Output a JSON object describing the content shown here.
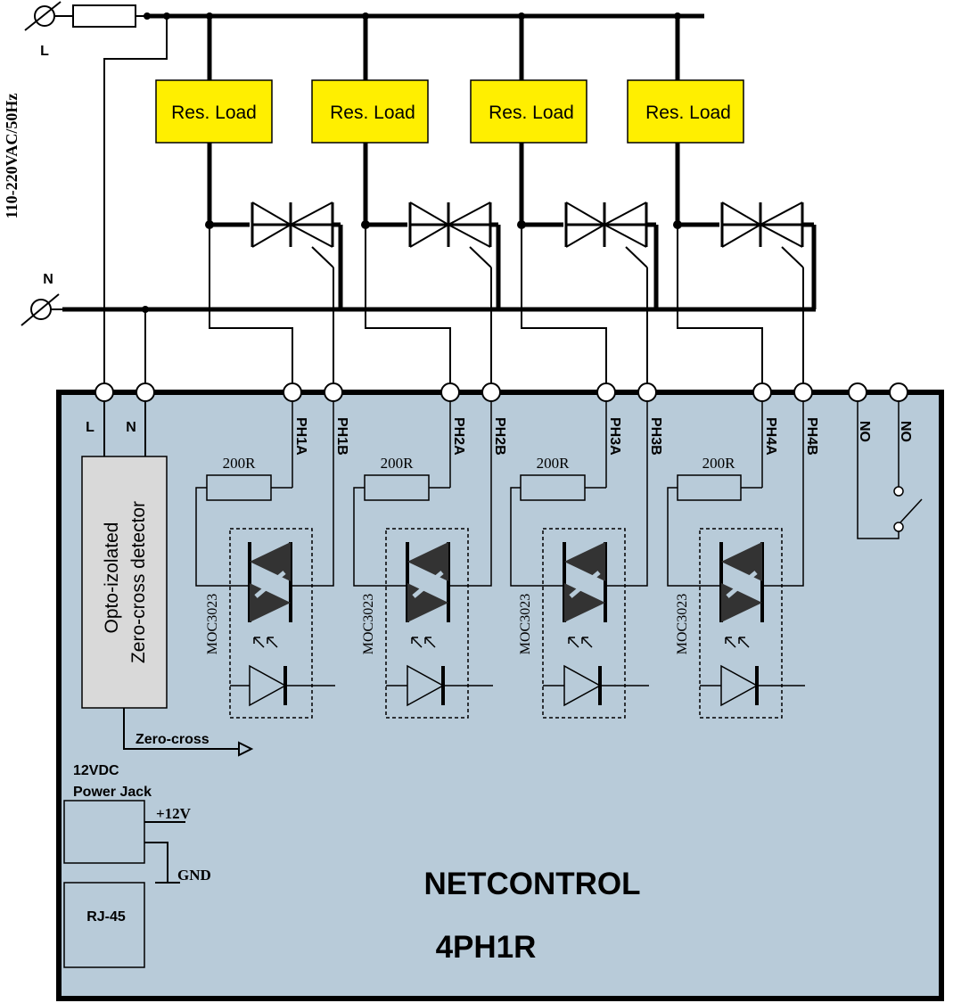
{
  "supply": {
    "line_label": "L",
    "neutral_label": "N",
    "voltage_label": "110-220VAC/50Hz"
  },
  "loads": [
    "Res. Load",
    "Res. Load",
    "Res. Load",
    "Res. Load"
  ],
  "channels": [
    {
      "pin_a": "PH1A",
      "pin_b": "PH1B",
      "resistor": "200R",
      "optocoupler": "MOC3023"
    },
    {
      "pin_a": "PH2A",
      "pin_b": "PH2B",
      "resistor": "200R",
      "optocoupler": "MOC3023"
    },
    {
      "pin_a": "PH3A",
      "pin_b": "PH3B",
      "resistor": "200R",
      "optocoupler": "MOC3023"
    },
    {
      "pin_a": "PH4A",
      "pin_b": "PH4B",
      "resistor": "200R",
      "optocoupler": "MOC3023"
    }
  ],
  "board": {
    "name": "NETCONTROL",
    "model": "4PH1R",
    "terminal_l": "L",
    "terminal_n": "N",
    "relay_terminals": [
      "NO",
      "NO"
    ],
    "detector_line1": "Opto-izolated",
    "detector_line2": "Zero-cross detector",
    "zero_cross_label": "Zero-cross",
    "power_jack_line1": "12VDC",
    "power_jack_line2": "Power Jack",
    "plus12v_label": "+12V",
    "gnd_label": "GND",
    "rj45_label": "RJ-45"
  },
  "colors": {
    "board": "#b8cbd9",
    "load": "#ffef00",
    "detector": "#d9d9d9",
    "optodevice": "#333333"
  }
}
